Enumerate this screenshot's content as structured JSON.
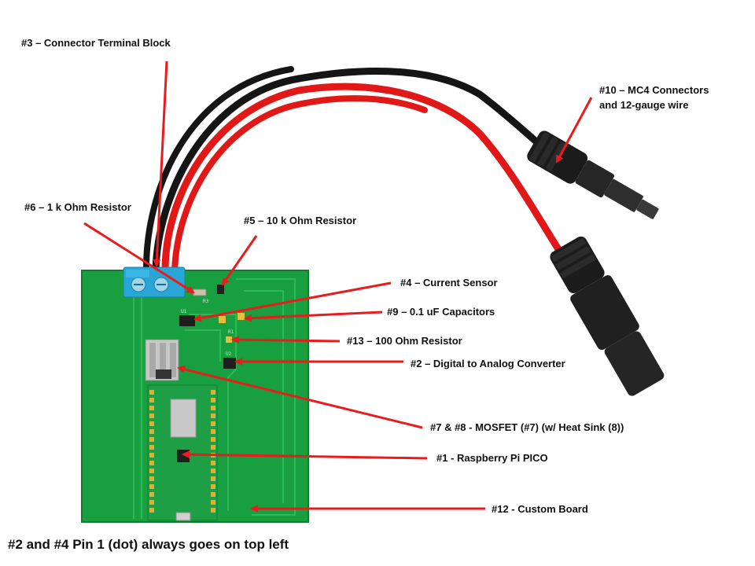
{
  "colors": {
    "board": "#18a040",
    "board_edge": "#0f7a30",
    "trace": "#2bbb55",
    "arrow": "#e81c1c",
    "wire_red": "#e01818",
    "wire_black": "#151515",
    "terminal_block": "#2aa6d6",
    "pico": "#1f9f45",
    "gold_pad": "#d9b23a"
  },
  "callouts": {
    "c3": "#3 – Connector Terminal Block",
    "c10_line1": "#10 – MC4 Connectors",
    "c10_line2": "and 12-gauge wire",
    "c6": "#6 – 1 k Ohm Resistor",
    "c5": "#5 – 10 k Ohm Resistor",
    "c4": "#4 – Current Sensor",
    "c9": "#9 – 0.1 uF Capacitors",
    "c13": "#13 – 100 Ohm Resistor",
    "c2": "#2 – Digital to Analog Converter",
    "c78": "#7 & #8  -  MOSFET (#7) (w/ Heat Sink (8))",
    "c1": "#1  - Raspberry Pi PICO",
    "c12": "#12  - Custom Board"
  },
  "footnote": "#2 and #4 Pin 1 (dot) always goes on top left",
  "silkscreen": {
    "u1": "U1",
    "u2": "U2",
    "r3": "R3",
    "r1": "R1"
  }
}
